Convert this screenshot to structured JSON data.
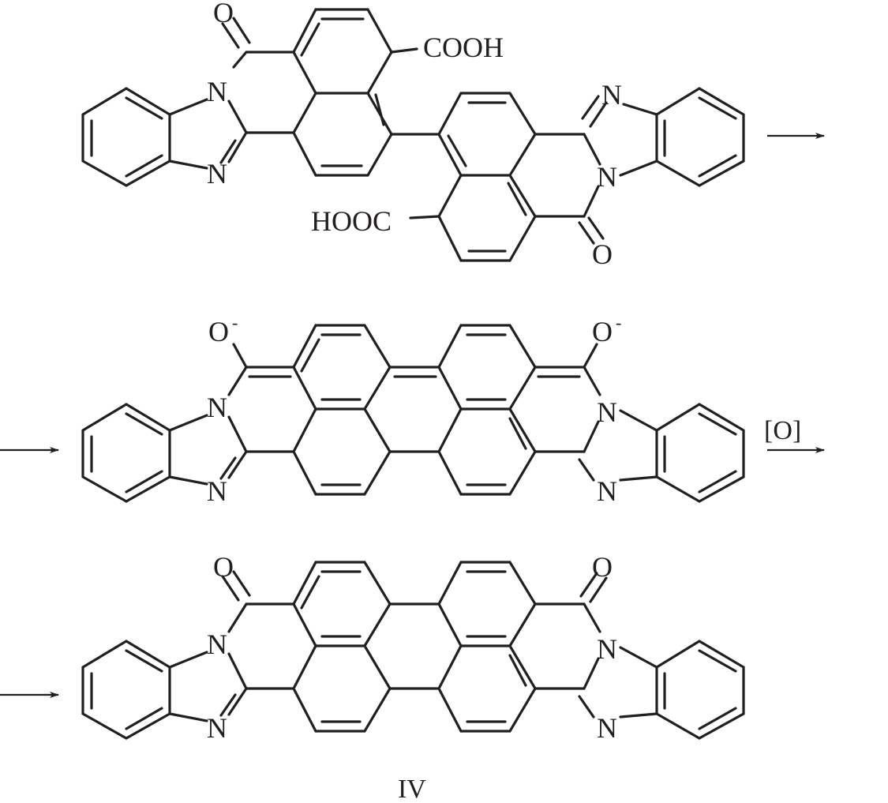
{
  "scheme": {
    "condition_oxidation": "[O]",
    "compound_label": "IV",
    "atoms": {
      "oxygen": "O",
      "nitrogen": "N",
      "carboxyl_right": "COOH",
      "carboxyl_left": "HOOC",
      "anion_charge": "-"
    }
  },
  "colors": {
    "ink": "#231f20",
    "background": "#ffffff"
  }
}
